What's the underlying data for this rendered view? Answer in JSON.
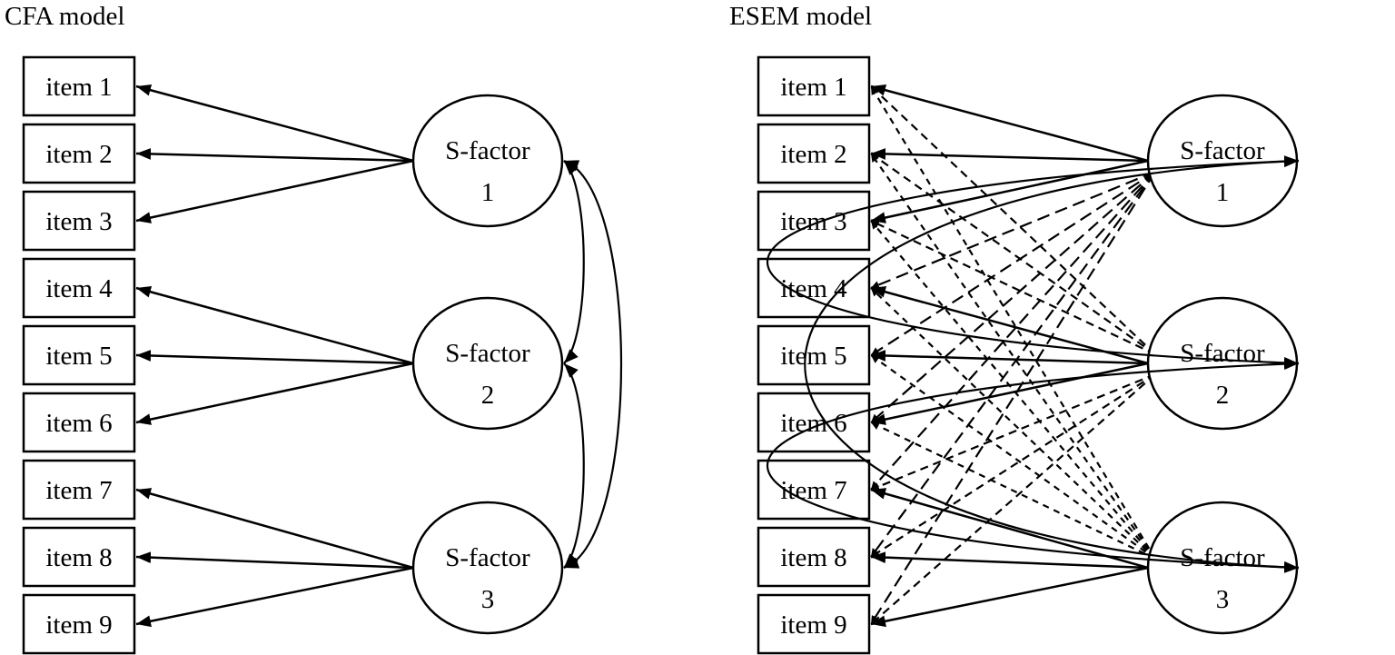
{
  "panels": [
    {
      "title": "CFA model",
      "items": [
        "item 1",
        "item 2",
        "item 3",
        "item 4",
        "item 5",
        "item 6",
        "item 7",
        "item 8",
        "item 9"
      ],
      "factors": [
        [
          "S-factor",
          "1"
        ],
        [
          "S-factor",
          "2"
        ],
        [
          "S-factor",
          "3"
        ]
      ],
      "cross_loadings": false
    },
    {
      "title": "ESEM model",
      "items": [
        "item 1",
        "item 2",
        "item 3",
        "item 4",
        "item 5",
        "item 6",
        "item 7",
        "item 8",
        "item 9"
      ],
      "factors": [
        [
          "S-factor",
          "1"
        ],
        [
          "S-factor",
          "2"
        ],
        [
          "S-factor",
          "3"
        ]
      ],
      "cross_loadings": true
    }
  ],
  "colors": {
    "stroke": "#000000",
    "background": "#ffffff"
  }
}
